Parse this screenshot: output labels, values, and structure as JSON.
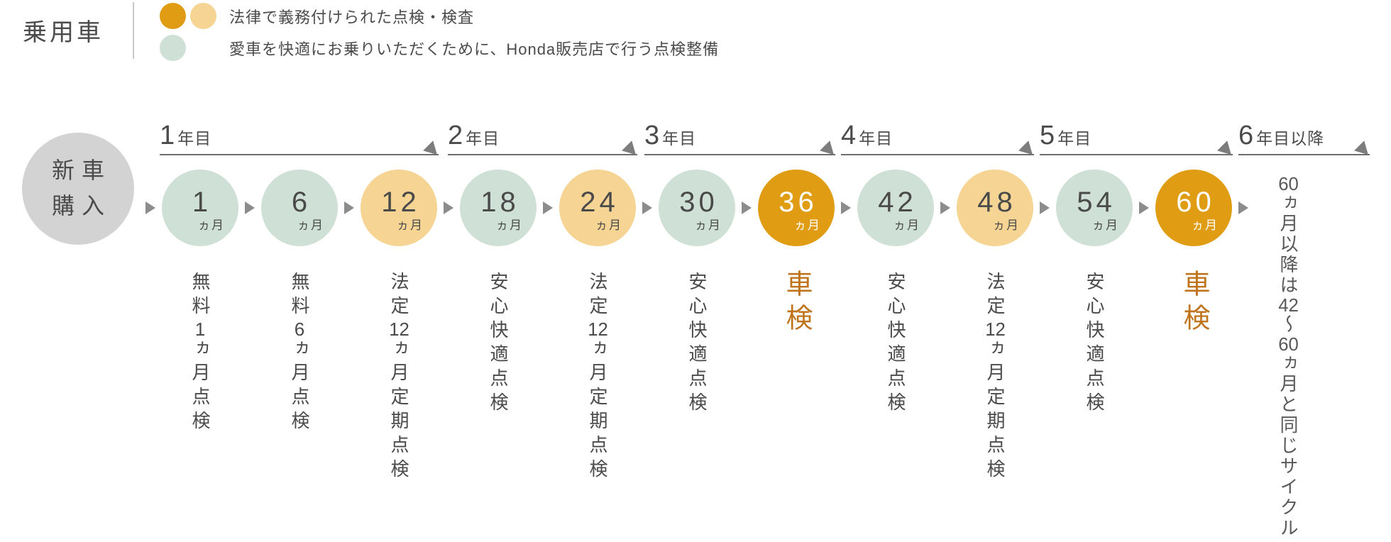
{
  "header": {
    "title": "乗用車",
    "legend": [
      {
        "label": "法律で義務付けられた点検・検査"
      },
      {
        "label": "愛車を快適にお乗りいただくために、Honda販売店で行う点検整備"
      }
    ]
  },
  "timeline": {
    "start": {
      "line1": "新車",
      "line2": "購入"
    },
    "years": [
      {
        "num": "1",
        "suffix": "年目"
      },
      {
        "num": "2",
        "suffix": "年目"
      },
      {
        "num": "3",
        "suffix": "年目"
      },
      {
        "num": "4",
        "suffix": "年目"
      },
      {
        "num": "5",
        "suffix": "年目"
      },
      {
        "num": "6",
        "suffix": "年目以降"
      }
    ],
    "milestones": [
      {
        "month": "1",
        "unit": "ヵ月",
        "type": "honda",
        "label": "無料1ヵ月点検"
      },
      {
        "month": "6",
        "unit": "ヵ月",
        "type": "honda",
        "label": "無料6ヵ月点検"
      },
      {
        "month": "12",
        "unit": "ヵ月",
        "type": "legal",
        "label": "法定12ヵ月定期点検"
      },
      {
        "month": "18",
        "unit": "ヵ月",
        "type": "honda",
        "label": "安心快適点検"
      },
      {
        "month": "24",
        "unit": "ヵ月",
        "type": "legal",
        "label": "法定12ヵ月定期点検"
      },
      {
        "month": "30",
        "unit": "ヵ月",
        "type": "honda",
        "label": "安心快適点検"
      },
      {
        "month": "36",
        "unit": "ヵ月",
        "type": "shaken",
        "label": "車検"
      },
      {
        "month": "42",
        "unit": "ヵ月",
        "type": "honda",
        "label": "安心快適点検"
      },
      {
        "month": "48",
        "unit": "ヵ月",
        "type": "legal",
        "label": "法定12ヵ月定期点検"
      },
      {
        "month": "54",
        "unit": "ヵ月",
        "type": "honda",
        "label": "安心快適点検"
      },
      {
        "month": "60",
        "unit": "ヵ月",
        "type": "shaken",
        "label": "車検"
      }
    ],
    "after_note": "60ヵ月以降は42〜60ヵ月と同じサイクル"
  },
  "colors": {
    "legal_dark": "#e09c12",
    "legal_light": "#f6d493",
    "honda_green": "#cfe0d6",
    "start_gray": "#d3d3d3",
    "text_gray": "#4b4b4b",
    "shaken_text": "#bf741c"
  }
}
